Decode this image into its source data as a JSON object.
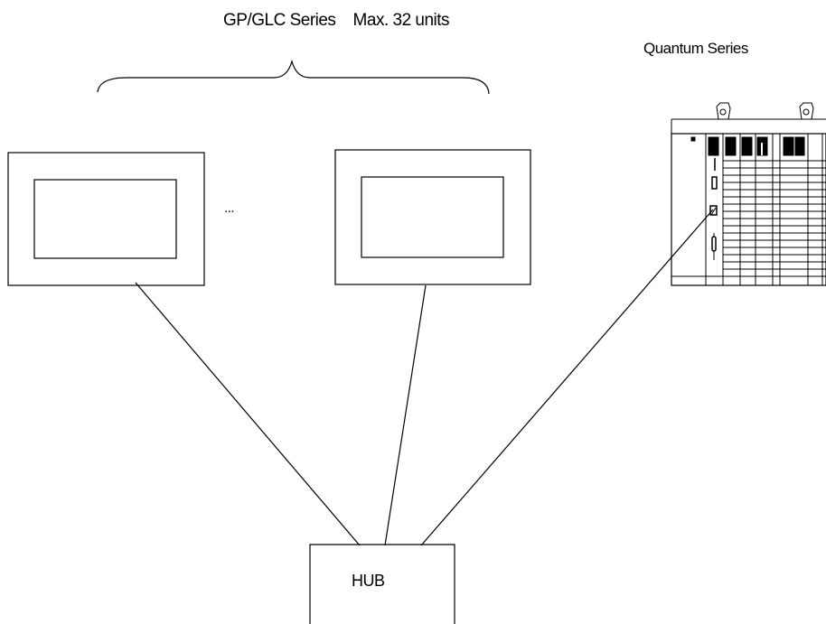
{
  "group_label": "GP/GLC Series    Max. 32 units",
  "plc_label": "Quantum Series",
  "ellipsis": "...",
  "hub_label": "HUB"
}
